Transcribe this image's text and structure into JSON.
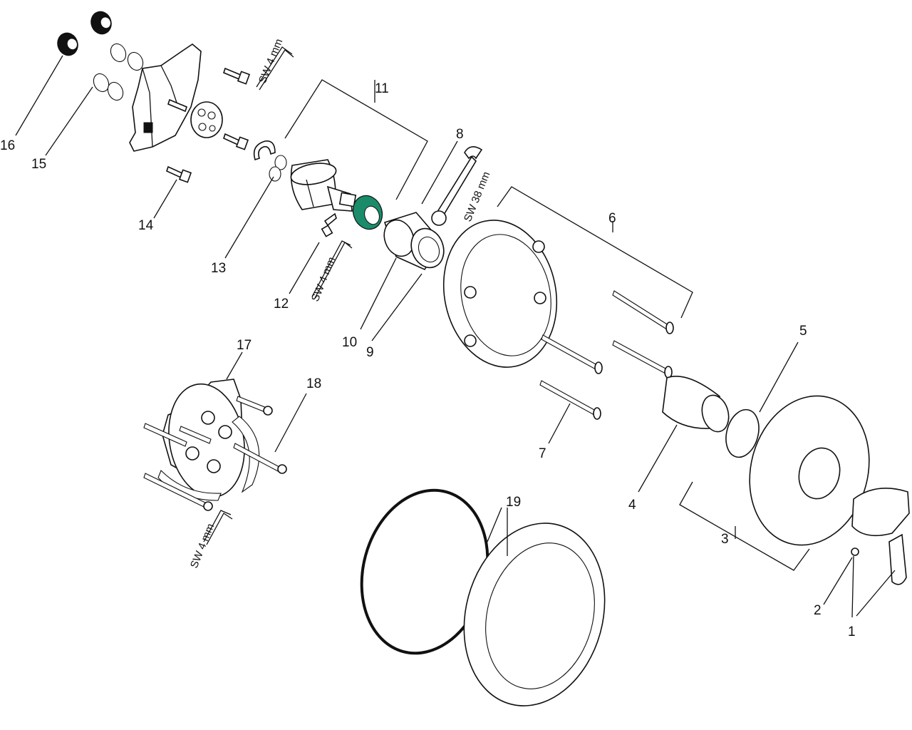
{
  "callouts": [
    "1",
    "2",
    "3",
    "4",
    "5",
    "6",
    "7",
    "8",
    "9",
    "10",
    "11",
    "12",
    "13",
    "14",
    "15",
    "16",
    "17",
    "18",
    "19"
  ],
  "tool_labels": {
    "sw4_top": "SW 4 mm",
    "sw4_mid": "SW 4 mm",
    "sw4_bottom": "SW 4 mm",
    "sw38": "SW 38 mm"
  },
  "colors": {
    "line": "#111111",
    "accent_green": "#1a8c6a",
    "background": "#ffffff"
  }
}
